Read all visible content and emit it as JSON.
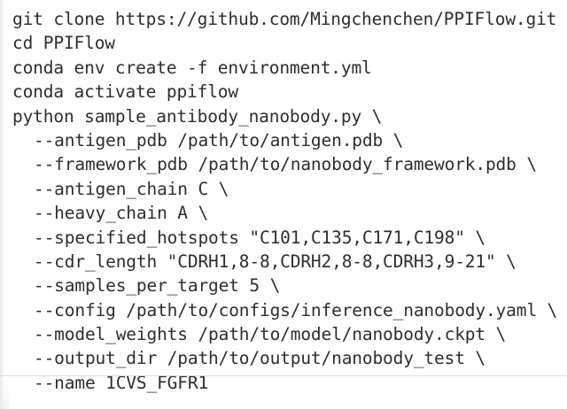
{
  "block": {
    "kind": "shell-command-block",
    "background_color": "#ffffff",
    "text_color": "#2e2e30",
    "separator_color": "#d8dee8",
    "lines": [
      {
        "text": "git clone https://github.com/Mingchenchen/PPIFlow.git",
        "indent": false
      },
      {
        "text": "cd PPIFlow",
        "indent": false
      },
      {
        "text": "conda env create -f environment.yml",
        "indent": false
      },
      {
        "text": "conda activate ppiflow",
        "indent": false
      },
      {
        "text": "python sample_antibody_nanobody.py \\",
        "indent": false
      },
      {
        "text": "--antigen_pdb /path/to/antigen.pdb \\",
        "indent": true
      },
      {
        "text": "--framework_pdb /path/to/nanobody_framework.pdb \\",
        "indent": true
      },
      {
        "text": "--antigen_chain C \\",
        "indent": true
      },
      {
        "text": "--heavy_chain A \\",
        "indent": true
      },
      {
        "text": "--specified_hotspots \"C101,C135,C171,C198\" \\",
        "indent": true
      },
      {
        "text": "--cdr_length \"CDRH1,8-8,CDRH2,8-8,CDRH3,9-21\" \\",
        "indent": true
      },
      {
        "text": "--samples_per_target 5 \\",
        "indent": true
      },
      {
        "text": "--config /path/to/configs/inference_nanobody.yaml \\",
        "indent": true
      },
      {
        "text": "--model_weights /path/to/model/nanobody.ckpt \\",
        "indent": true
      },
      {
        "text": "--output_dir /path/to/output/nanobody_test \\",
        "indent": true
      },
      {
        "text": "--name 1CVS_FGFR1",
        "indent": true
      }
    ]
  }
}
